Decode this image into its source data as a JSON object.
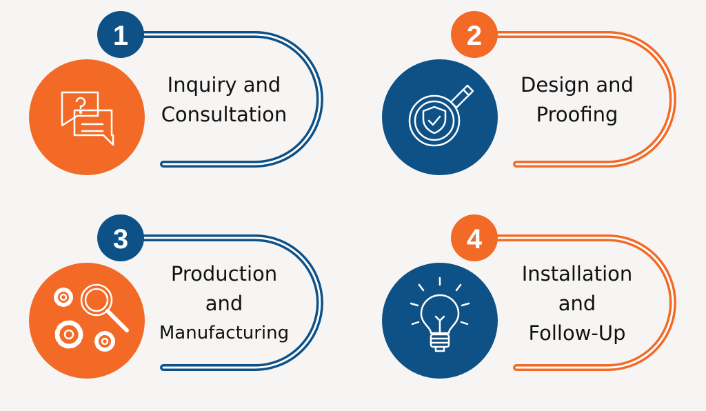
{
  "colors": {
    "blue": "#0d5187",
    "orange": "#f26a26",
    "background": "#f7f5f3"
  },
  "steps": [
    {
      "number": "1",
      "lines": [
        "Inquiry and",
        "Consultation"
      ],
      "icon": "chat-question-icon"
    },
    {
      "number": "2",
      "lines": [
        "Design and",
        "Proofing"
      ],
      "icon": "shield-pencil-icon"
    },
    {
      "number": "3",
      "lines": [
        "Production",
        "and",
        "Manufacturing"
      ],
      "icon": "gears-magnifier-icon"
    },
    {
      "number": "4",
      "lines": [
        "Installation",
        "and",
        "Follow-Up"
      ],
      "icon": "lightbulb-icon"
    }
  ]
}
